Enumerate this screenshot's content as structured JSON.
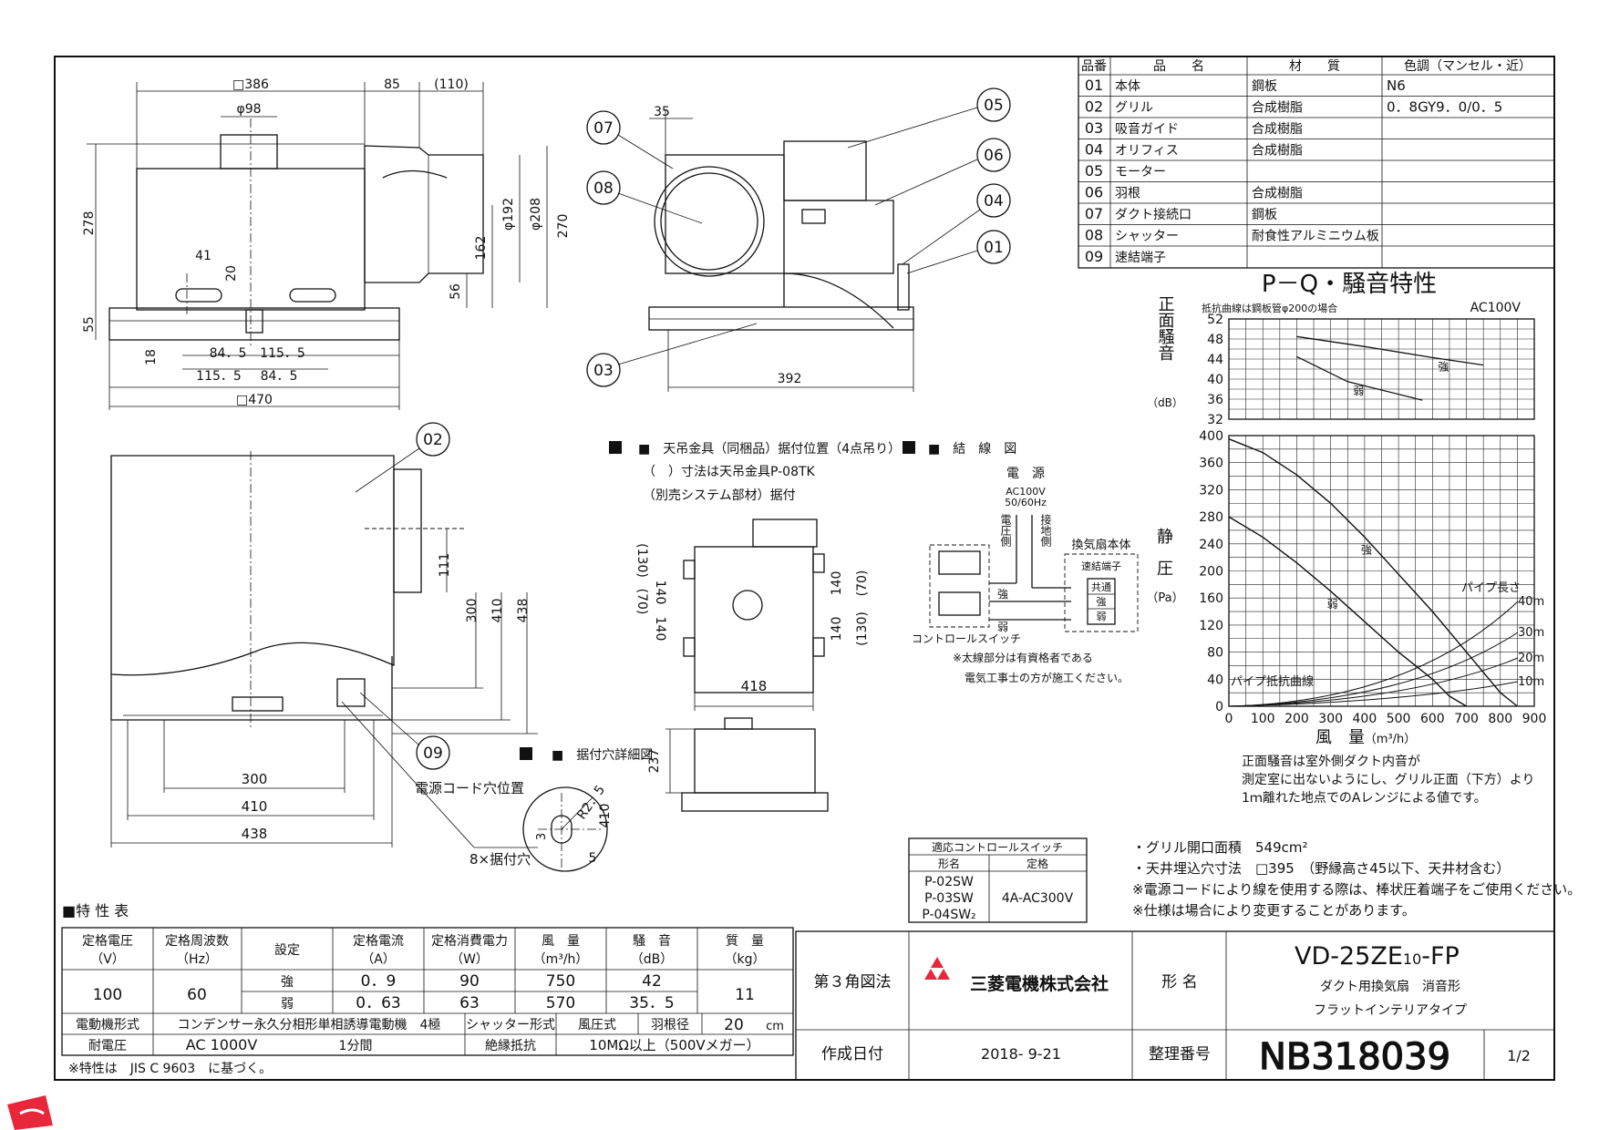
{
  "parts_table": {
    "headers": [
      "品番",
      "品　　名",
      "材　　質",
      "色調（マンセル・近）"
    ],
    "rows": [
      {
        "no": "01",
        "name": "本体",
        "material": "鋼板",
        "color": "N6"
      },
      {
        "no": "02",
        "name": "グリル",
        "material": "合成樹脂",
        "color": "0．8GY9．0/0．5"
      },
      {
        "no": "03",
        "name": "吸音ガイド",
        "material": "合成樹脂",
        "color": ""
      },
      {
        "no": "04",
        "name": "オリフィス",
        "material": "合成樹脂",
        "color": ""
      },
      {
        "no": "05",
        "name": "モーター",
        "material": "",
        "color": ""
      },
      {
        "no": "06",
        "name": "羽根",
        "material": "合成樹脂",
        "color": ""
      },
      {
        "no": "07",
        "name": "ダクト接続口",
        "material": "鋼板",
        "color": ""
      },
      {
        "no": "08",
        "name": "シャッター",
        "material": "耐食性アルミニウム板",
        "color": ""
      },
      {
        "no": "09",
        "name": "速結端子",
        "material": "",
        "color": ""
      }
    ]
  },
  "dimensions": {
    "top_view": [
      "□386",
      "85",
      "(110)",
      "φ98",
      "278",
      "55",
      "41",
      "20",
      "18",
      "84．5",
      "115．5",
      "115．5",
      "84．5",
      "□470",
      "162",
      "56",
      "φ192",
      "φ208",
      "270"
    ],
    "side_view": [
      "35",
      "392"
    ],
    "front_view": [
      "111",
      "300",
      "410",
      "438",
      "300",
      "410",
      "438"
    ],
    "hanger_view": [
      "(70)",
      "140",
      "(130)",
      "140",
      "(70)",
      "(130)",
      "140",
      "140",
      "418",
      "237"
    ],
    "detail_view": [
      "R2．5",
      "410",
      "3",
      "5"
    ]
  },
  "callouts": [
    "07",
    "08",
    "03",
    "05",
    "06",
    "04",
    "01",
    "02",
    "09"
  ],
  "labels": {
    "cord_hole": "電源コード穴位置",
    "mount_holes": "8×据付穴",
    "hanger_title": "■　天吊金具（同梱品）据付位置（4点吊り）",
    "hanger_note1": "（　）寸法は天吊金具P-08TK",
    "hanger_note2": "（別売システム部材）据付",
    "detail_title": "■　据付穴詳細図",
    "wiring_title": "■　結　線　図"
  },
  "wiring": {
    "power": "電　源",
    "power_spec1": "AC100V",
    "power_spec2": "50/60Hz",
    "voltage_side": "電圧側",
    "ground_side": "接地側",
    "unit_title": "換気扇本体",
    "terminal": "速結端子",
    "t_common": "共通",
    "t_strong": "強",
    "t_weak": "弱",
    "line_strong": "強",
    "line_weak": "弱",
    "switch_label": "コントロールスイッチ",
    "note1": "※太線部分は有資格者である",
    "note2": "電気工事士の方が施工ください。"
  },
  "chart_data": {
    "type": "line",
    "title": "P－Q・騒音特性",
    "noise_panel": {
      "note": "抵抗曲線は鋼板管φ200の場合",
      "supply": "AC100V",
      "ylabel": "正面騒音",
      "yunit": "（dB）",
      "ylim": [
        32,
        52
      ],
      "yticks": [
        "52",
        "48",
        "44",
        "40",
        "36",
        "32"
      ],
      "series": [
        {
          "name": "強",
          "x": [
            200,
            400,
            600,
            750
          ],
          "y": [
            48.5,
            46.5,
            44.3,
            42.8
          ]
        },
        {
          "name": "弱",
          "x": [
            200,
            350,
            570
          ],
          "y": [
            44.5,
            39.5,
            35.8
          ]
        }
      ]
    },
    "pq_panel": {
      "ylabel": "静圧",
      "yunit": "（Pa）",
      "xlabel": "風　量",
      "xunit": "（m³/h）",
      "xlim": [
        0,
        900
      ],
      "ylim": [
        0,
        400
      ],
      "xticks": [
        "0",
        "100",
        "200",
        "300",
        "400",
        "500",
        "600",
        "700",
        "800",
        "900"
      ],
      "yticks": [
        "400",
        "360",
        "320",
        "280",
        "240",
        "200",
        "160",
        "120",
        "80",
        "40",
        "0"
      ],
      "series": [
        {
          "name": "強",
          "x": [
            0,
            100,
            200,
            300,
            400,
            500,
            600,
            700,
            800,
            850
          ],
          "y": [
            395,
            375,
            342,
            300,
            250,
            195,
            140,
            80,
            20,
            0
          ]
        },
        {
          "name": "弱",
          "x": [
            0,
            100,
            200,
            300,
            400,
            500,
            600,
            650,
            700
          ],
          "y": [
            280,
            250,
            212,
            170,
            125,
            80,
            40,
            15,
            0
          ]
        }
      ],
      "pipe_title": "パイプ長さ",
      "pipe_lengths": [
        "40m",
        "30m",
        "20m",
        "10m"
      ],
      "resistance_label": "パイプ抵抗曲線"
    }
  },
  "chart_notes": [
    "正面騒音は室外側ダクト内音が",
    "測定室に出ないようにし、グリル正面（下方）より",
    "1ｍ離れた地点でのAレンジによる値です。"
  ],
  "control_switch": {
    "title": "適応コントロールスイッチ",
    "headers": [
      "形名",
      "定格"
    ],
    "models": [
      "P-02SW",
      "P-03SW",
      "P-04SW₂"
    ],
    "rating": "4A-AC300V"
  },
  "notes": [
    "・グリル開口面積　549cm²",
    "・天井埋込穴寸法　□395　（野縁高さ45以下、天井材含む）",
    "※電源コードにより線を使用する際は、棒状圧着端子をご使用ください。",
    "※仕様は場合により変更することがあります。"
  ],
  "spec_table": {
    "title": "■特 性 表",
    "headers": [
      "定格電圧\n（V）",
      "定格周波数\n（Hz）",
      "設定",
      "定格電流\n（A）",
      "定格消費電力\n（W）",
      "風　量\n（m³/h）",
      "騒　音\n（dB）",
      "質　量\n（kg）"
    ],
    "voltage": "100",
    "frequency": "60",
    "rows": [
      {
        "setting": "強",
        "current": "0．9",
        "power": "90",
        "airflow": "750",
        "noise": "42"
      },
      {
        "setting": "弱",
        "current": "0．63",
        "power": "63",
        "airflow": "570",
        "noise": "35．5"
      }
    ],
    "mass": "11",
    "motor_label": "電動機形式",
    "motor_value": "コンデンサー永久分相形単相誘導電動機　4極",
    "shutter_label": "シャッター形式",
    "shutter_value": "風圧式",
    "blade_label": "羽根径",
    "blade_value": "20",
    "blade_unit": "cm",
    "withstand_label": "耐電圧",
    "withstand_value": "AC 1000V",
    "withstand_time": "1分間",
    "insulation_label": "絶縁抵抗",
    "insulation_value": "10MΩ以上（500Vメガー）",
    "footnote": "※特性は　JIS C 9603　に基づく。"
  },
  "title_block": {
    "projection": "第３角図法",
    "company": "三菱電機株式会社",
    "model_label": "形 名",
    "model_main": "VD-25ZE",
    "model_sub": "10",
    "model_suffix": "-FP",
    "desc1": "ダクト用換気扇　消音形",
    "desc2": "フラットインテリアタイプ",
    "date_label": "作成日付",
    "date": "2018- 9-21",
    "number_label": "整理番号",
    "number": "NB318039",
    "page": "1/2"
  },
  "colors": {
    "logo": "#e8283a",
    "line": "#111111"
  }
}
